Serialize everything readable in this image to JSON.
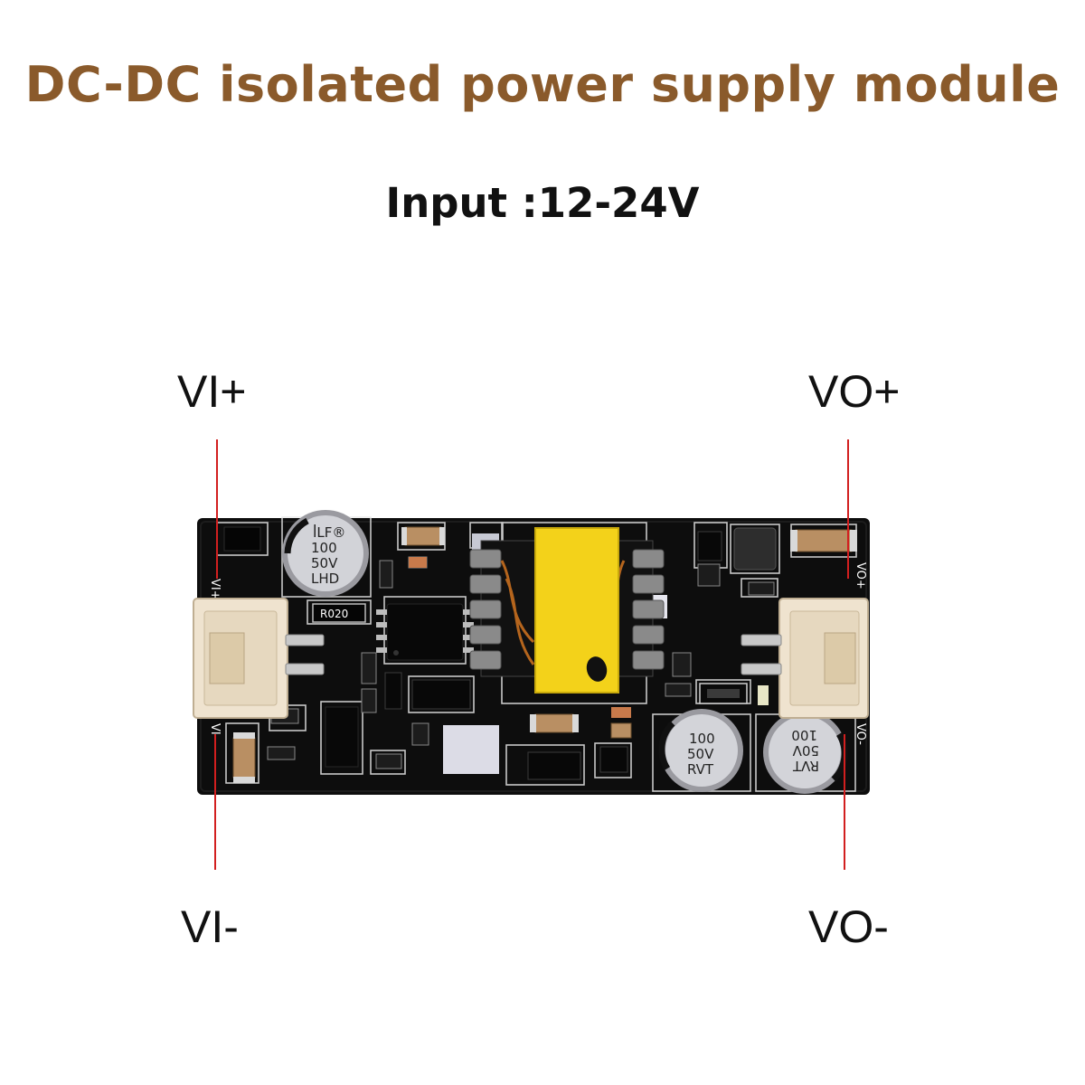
{
  "title": "DC-DC isolated power supply module",
  "subtitle": "Input :12-24V",
  "colors": {
    "title": "#8a5a2b",
    "pointer_line": "#d21f1f",
    "pcb": "#0d0d0d",
    "transformer_tape": "#f3d21a",
    "connector": "#efe3cf"
  },
  "pins": {
    "vi_plus": "VI+",
    "vi_minus": "VI-",
    "vo_plus": "VO+",
    "vo_minus": "VO-"
  },
  "board": {
    "silk_vi_plus": "VI+",
    "silk_vi_minus": "VI-",
    "silk_vo_plus": "VO+",
    "silk_vo_minus": "VO-",
    "resistor_marking": "R020",
    "cap_input": [
      "100",
      "50V",
      "LHD"
    ],
    "cap_input_logo": "ꟾLF®",
    "cap_output_1": [
      "100",
      "50V",
      "RVT"
    ],
    "cap_output_2": [
      "RVT",
      "50V",
      "100"
    ]
  }
}
